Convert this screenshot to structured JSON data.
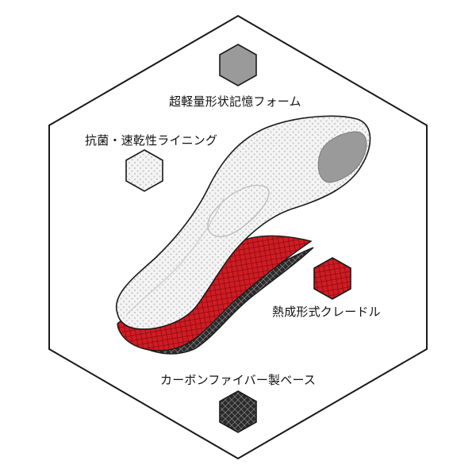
{
  "diagram": {
    "layers": [
      {
        "id": "memory",
        "label": "超軽量形状記憶フォーム",
        "swatch": "gray"
      },
      {
        "id": "lining",
        "label": "抗菌・速乾性ライニング",
        "swatch": "dotted-white"
      },
      {
        "id": "cradle",
        "label": "熱成形式クレードル",
        "swatch": "red-mesh"
      },
      {
        "id": "carbon",
        "label": "カーボンファイバー製ベース",
        "swatch": "black-weave"
      }
    ],
    "colors": {
      "outline": "#1a1a1a",
      "gray_foam": "#9a9a9a",
      "lining": "#f2f2f2",
      "cradle_red": "#d01c24",
      "carbon": "#2b2b2b"
    }
  }
}
